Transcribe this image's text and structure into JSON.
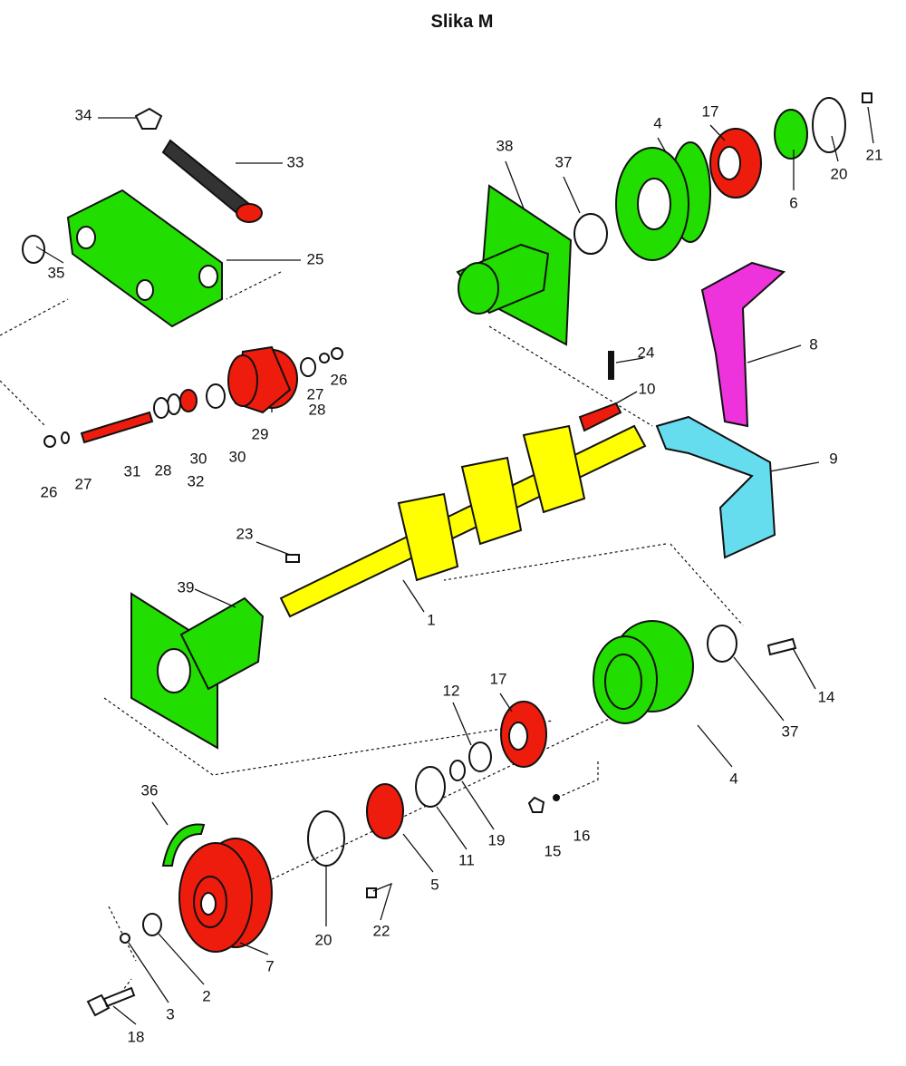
{
  "title": "Slika M",
  "colors": {
    "green": "#22dd00",
    "red": "#ee1c0c",
    "yellow": "#ffff00",
    "magenta": "#ee33dd",
    "cyan": "#66ddee"
  },
  "labels": [
    "34",
    "33",
    "25",
    "35",
    "38",
    "37",
    "4",
    "17",
    "6",
    "20",
    "21",
    "24",
    "8",
    "10",
    "26",
    "27",
    "28",
    "29",
    "30",
    "30",
    "32",
    "28",
    "31",
    "27",
    "26",
    "9",
    "23",
    "1",
    "39",
    "37",
    "14",
    "4",
    "17",
    "12",
    "19",
    "11",
    "15",
    "16",
    "36",
    "20",
    "5",
    "22",
    "7",
    "2",
    "3",
    "18"
  ]
}
